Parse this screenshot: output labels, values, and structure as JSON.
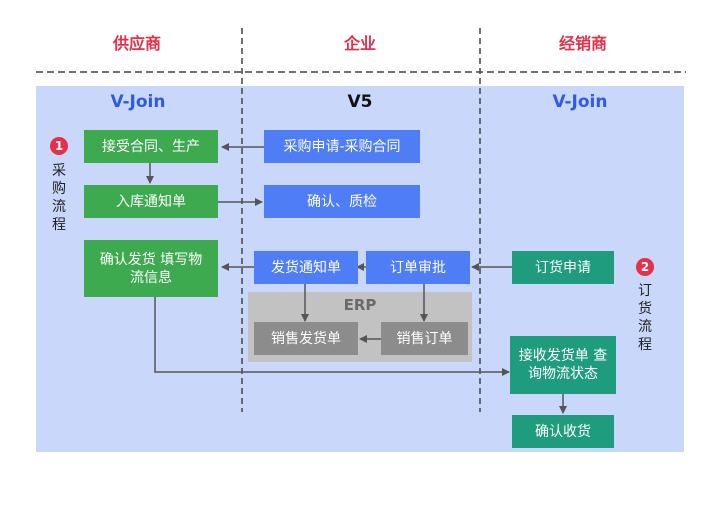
{
  "columns": {
    "supplier": "供应商",
    "enterprise": "企业",
    "distributor": "经销商"
  },
  "platforms": {
    "supplier": "V-Join",
    "enterprise": "V5",
    "distributor": "V-Join"
  },
  "flows": {
    "purchase": {
      "number": "1",
      "label": "采购流程"
    },
    "order": {
      "number": "2",
      "label": "订货流程"
    }
  },
  "nodes": {
    "accept_contract": "接受合同、生产",
    "warehouse_notice": "入库通知单",
    "confirm_ship": "确认发货 填写物流信息",
    "purchase_request": "采购申请-采购合同",
    "confirm_qc": "确认、质检",
    "ship_notice": "发货通知单",
    "order_review": "订单审批",
    "order_request": "订货申请",
    "erp_title": "ERP",
    "sales_delivery": "销售发货单",
    "sales_order": "销售订单",
    "receive_query": "接收发货单 查询物流状态",
    "confirm_receipt": "确认收货"
  },
  "colors": {
    "header_red": "#e5304a",
    "panel_bg": "#c9d7fa",
    "supplier_box": "#3daa50",
    "enterprise_box": "#4f7df5",
    "distributor_box": "#1f9c7e",
    "erp_box": "#8c8c8c",
    "erp_area": "#c2c2c2",
    "connector": "#555555"
  }
}
